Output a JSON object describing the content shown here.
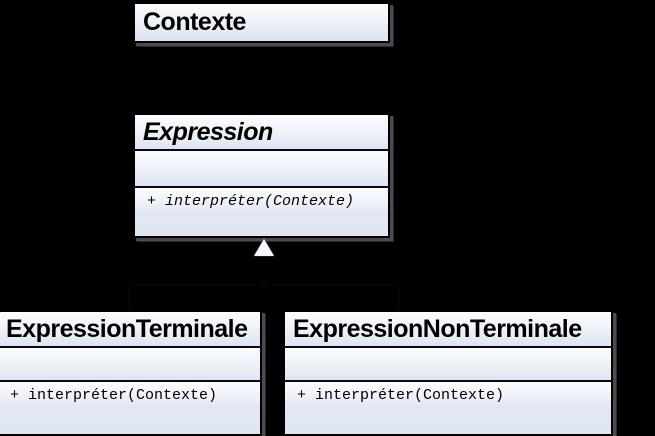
{
  "diagram": {
    "title": "Interpreter pattern class diagram",
    "background_color": "#000000",
    "box_fill_top": "#fcfdff",
    "box_fill_bottom": "#dde4f2",
    "border_color": "#000000",
    "arrow_fill": "#f4f6fb"
  },
  "classes": [
    {
      "id": "contexte",
      "name": "Contexte",
      "abstract": false,
      "attributes": [],
      "operations": []
    },
    {
      "id": "expression",
      "name": "Expression",
      "abstract": true,
      "attributes": [],
      "operations": [
        {
          "text": "+ interpréter(Contexte)",
          "abstract": true
        }
      ]
    },
    {
      "id": "expression_terminale",
      "name": "ExpressionTerminale",
      "abstract": false,
      "attributes": [],
      "operations": [
        {
          "text": "+ interpréter(Contexte)",
          "abstract": false
        }
      ]
    },
    {
      "id": "expression_non_terminale",
      "name": "ExpressionNonTerminale",
      "abstract": false,
      "attributes": [],
      "operations": [
        {
          "text": "+ interpréter(Contexte)",
          "abstract": false
        }
      ]
    }
  ],
  "relations": [
    {
      "type": "generalization",
      "from": "expression_terminale",
      "to": "expression",
      "arrow": "hollow-triangle"
    },
    {
      "type": "generalization",
      "from": "expression_non_terminale",
      "to": "expression",
      "arrow": "hollow-triangle"
    }
  ]
}
